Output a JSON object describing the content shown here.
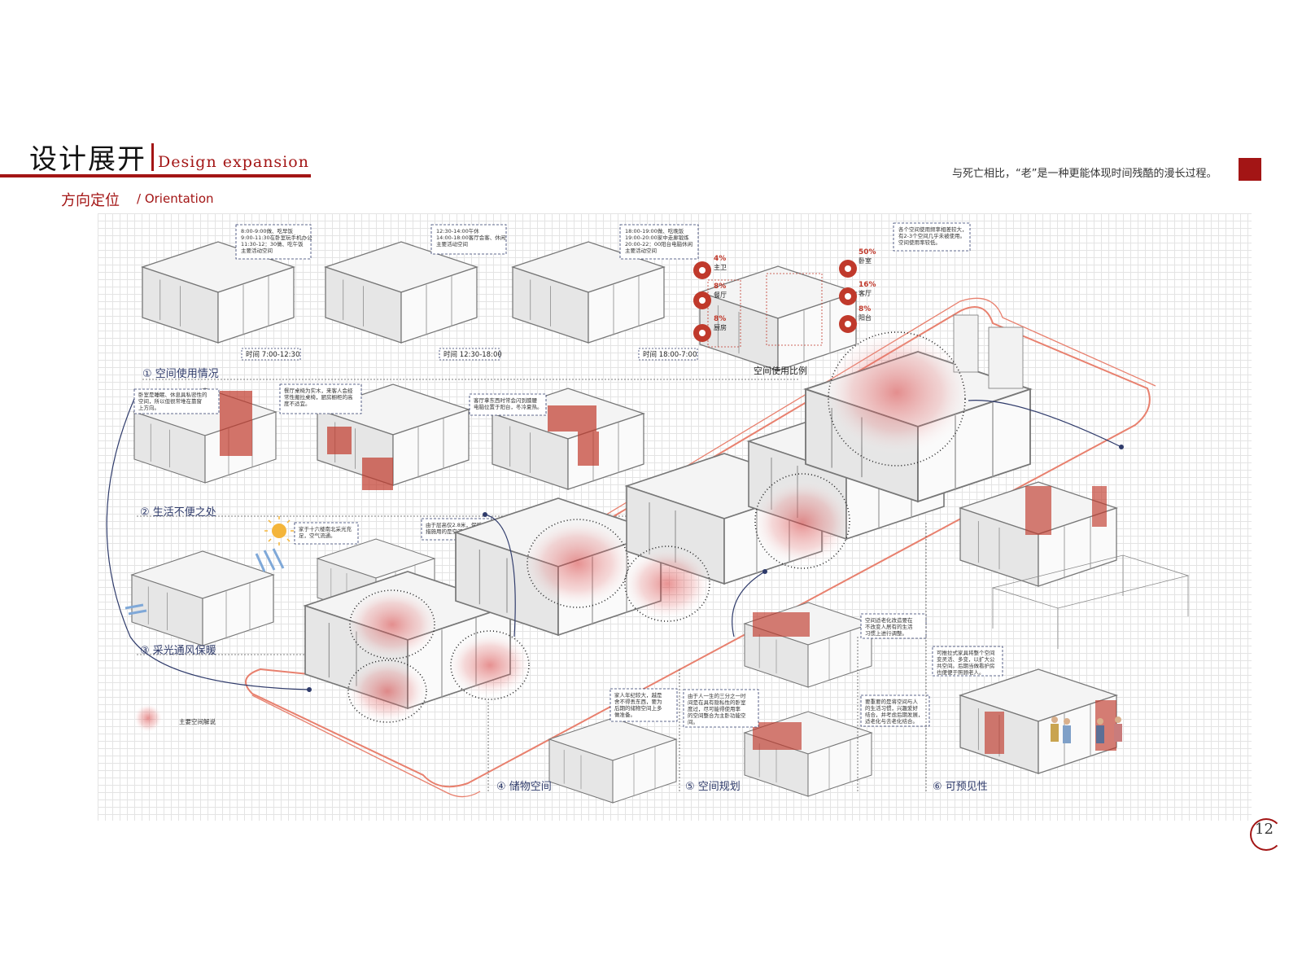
{
  "header": {
    "title_zh": "设计展开",
    "title_en": "Design expansion",
    "subtitle_zh": "方向定位",
    "subtitle_en": "/ Orientation",
    "quote": "与死亡相比，“老”是一种更能体现时间残酷的漫长过程。"
  },
  "colors": {
    "accent": "#a31515",
    "highlight": "#e06060",
    "navy": "#2f3b6b"
  },
  "sections": [
    {
      "label": "① 空间使用情况"
    },
    {
      "label": "② 生活不便之处"
    },
    {
      "label": "③ 采光通风保暖"
    },
    {
      "label": "④ 储物空间"
    },
    {
      "label": "⑤ 空间规划"
    },
    {
      "label": "⑥ 可预见性"
    }
  ],
  "usage": {
    "times": [
      "时间 7:00-12:30",
      "时间 12:30-18:00",
      "时间 18:00-7:00"
    ],
    "notes": [
      [
        "8:00-9:00做、吃早饭",
        "9:00-11:30在卧室玩手机办公",
        "11:30-12：30做、吃午饭",
        "主要活动空间"
      ],
      [
        "12:30-14:00午休",
        "14:00-18:00客厅会客、休闲",
        "主要活动空间"
      ],
      [
        "18:00-19:00做、吃晚饭",
        "19:00-20:00家中走廊锻炼",
        "20:00-22：00阳台电脑休闲",
        "主要活动空间"
      ]
    ],
    "ratio_title": "空间使用比例",
    "ratios": [
      {
        "pct": "4%",
        "room": "主卫"
      },
      {
        "pct": "8%",
        "room": "餐厅"
      },
      {
        "pct": "8%",
        "room": "厨房"
      },
      {
        "pct": "50%",
        "room": "卧室"
      },
      {
        "pct": "16%",
        "room": "客厅"
      },
      {
        "pct": "8%",
        "room": "阳台"
      }
    ],
    "ratio_note": [
      "各个空间使用频率相差较大，",
      "有2-3个空间几乎未被使用。",
      "空间使用率较低。"
    ]
  },
  "inconvenience_notes": [
    [
      "卧室是睡眠、休息具私密性的",
      "空间，所以但很常堆在靠窗",
      "上方向。"
    ],
    [
      "餐厅桌椅为实木，来客人会经",
      "常性搬拉桌椅，厨房橱柜的高",
      "度不适宜。"
    ],
    [
      "客厅拿东西时常会闪到膝腰",
      "电脑位置于阳台，冬冷夏热。"
    ]
  ],
  "light_notes": [
    [
      "家于十六楼南北采光充",
      "足，空气流通。"
    ],
    [
      "由于层高仅2.8米，保暖",
      "措施用的是空调。"
    ]
  ],
  "storage_note": [
    "家人年纪较大，越是",
    "舍不得丢东西，要为",
    "后期的储物空间上多",
    "做准备。"
  ],
  "planning_notes": [
    [
      "由于人一生的三分之一时",
      "间是在具有隐私性的卧室",
      "度过，尽可能得使用率",
      "的空间整合为主卧功能空",
      "间。"
    ],
    [
      "空间适老化改造要在",
      "不改变人居有的生活",
      "习惯上进行调整。"
    ],
    [
      "要重要的是将空间与人",
      "的生活习惯，兴趣爱好",
      "结合，并考虑后期发展，",
      "适老化与去老化结合。"
    ]
  ],
  "future_note": [
    "可推拉式家具将整个空间",
    "变灵活、多变，以扩大公",
    "共空间。后期当做看护房",
    "也便便于照顾老人。"
  ],
  "legend": {
    "label": "主要空间解说"
  },
  "page_number": "12"
}
